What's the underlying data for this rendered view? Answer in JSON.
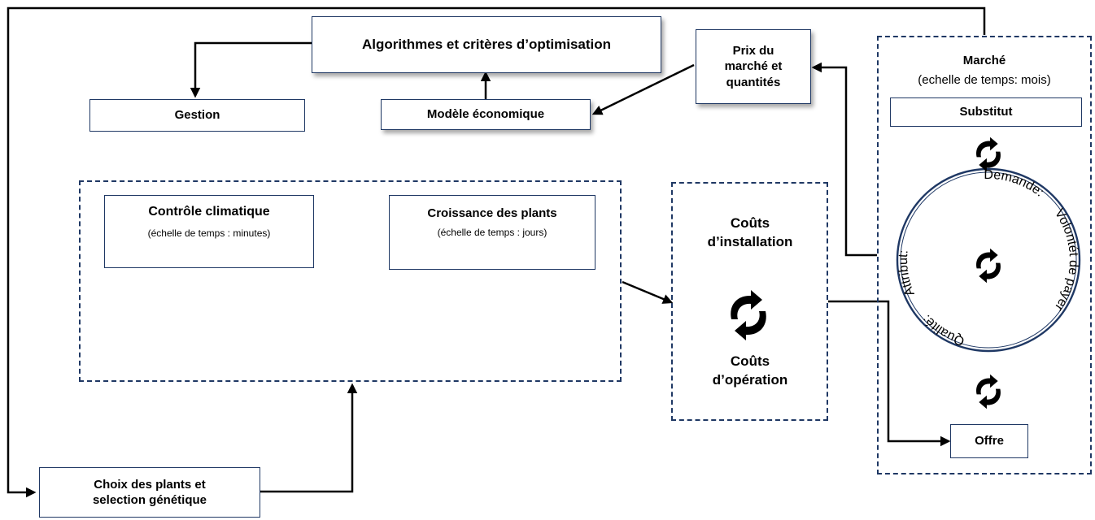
{
  "boxes": {
    "algorithmes": "Algorithmes et critères d’optimisation",
    "gestion": "Gestion",
    "modele": "Modèle économique",
    "prix_line1": "Prix du",
    "prix_line2": "marché et",
    "prix_line3": "quantités",
    "choix_line1": "Choix des plants et",
    "choix_line2": "selection génétique",
    "substitut": "Substitut",
    "offre": "Offre"
  },
  "climat": {
    "title_part1": "Contrôle ",
    "title_part2": "climatique",
    "subtitle": "(échelle de temps : minutes)"
  },
  "croissance": {
    "title": "Croissance des plants",
    "subtitle": "(échelle de temps : jours)"
  },
  "couts": {
    "installation_line1": "Coûts",
    "installation_line2": "d’installation",
    "operation_line1": "Coûts",
    "operation_line2": "d’opération"
  },
  "marche": {
    "title": "Marché",
    "subtitle": "(echelle de temps: mois)"
  },
  "circle": {
    "demande": "Demande:",
    "volonte": "Volontét de payer",
    "qualite": "Qualité:",
    "attribut": "Attribut:"
  },
  "icons": [
    "cycle-arrows-icon"
  ],
  "colors": {
    "border": "#1f3864",
    "arrow": "#000000"
  }
}
